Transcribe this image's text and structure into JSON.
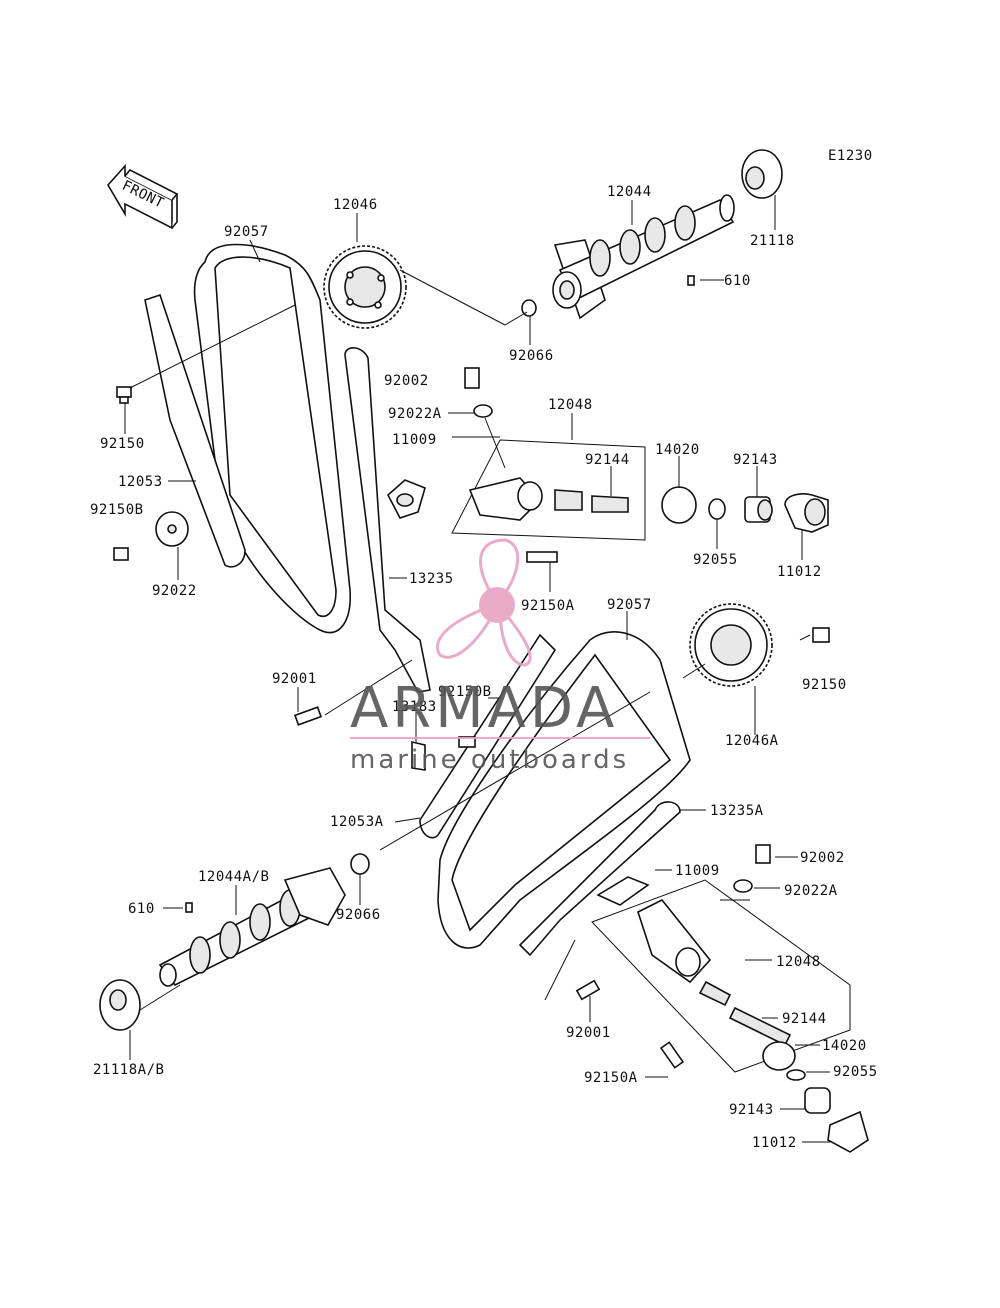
{
  "diagram_code": "E1230",
  "front_label": "FRONT",
  "watermark": {
    "brand": "ARMADA",
    "tagline": "marine outboards",
    "accent_color": "#e8a2c4",
    "text_color": "#555555"
  },
  "labels": {
    "p12046": "12046",
    "p12044": "12044",
    "p21118": "21118",
    "p610_top": "610",
    "p92066_top": "92066",
    "p92057_top": "92057",
    "p92150_left": "92150",
    "p12053": "12053",
    "p92150B_left": "92150B",
    "p92022": "92022",
    "p92002_top": "92002",
    "p92022A_top": "92022A",
    "p12048_top": "12048",
    "p11009_top": "11009",
    "p92144_top": "92144",
    "p14020_top": "14020",
    "p92143_top": "92143",
    "p92055_top": "92055",
    "p11012_top": "11012",
    "p13235": "13235",
    "p92150A_top": "92150A",
    "p92057_mid": "92057",
    "p92150_right": "92150",
    "p12046A": "12046A",
    "p92001_top": "92001",
    "p92150B_mid": "92150B",
    "p13183": "13183",
    "p12053A": "12053A",
    "p13235A": "13235A",
    "p92002_bot": "92002",
    "p11009_bot": "11009",
    "p92022A_bot": "92022A",
    "p12044AB": "12044A/B",
    "p610_bot": "610",
    "p92066_bot": "92066",
    "p12048_bot": "12048",
    "p92144_bot": "92144",
    "p92001_bot": "92001",
    "p14020_bot": "14020",
    "p92055_bot": "92055",
    "p92150A_bot": "92150A",
    "p92143_bot": "92143",
    "p11012_bot": "11012",
    "p21118AB": "21118A/B"
  }
}
